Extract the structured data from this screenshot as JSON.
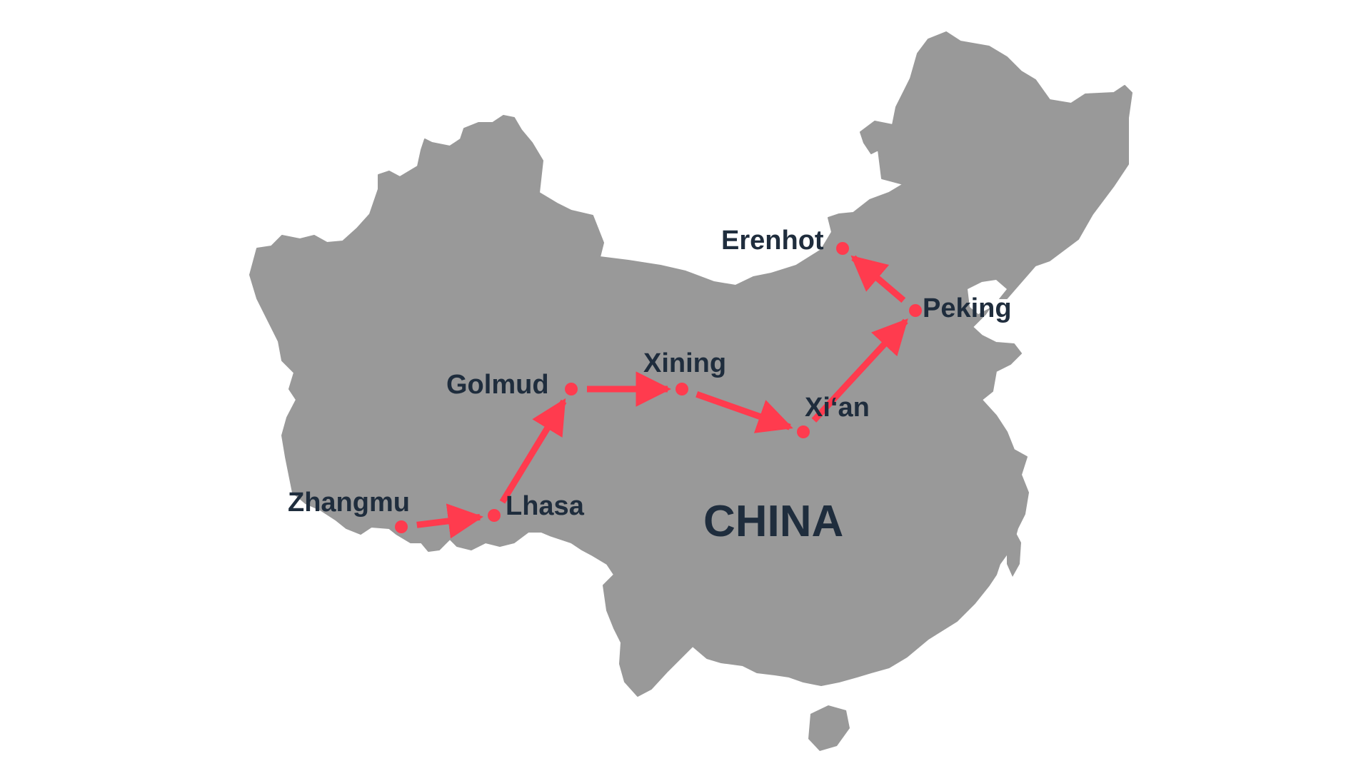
{
  "map": {
    "country_label": "CHINA",
    "colors": {
      "land": "#999999",
      "route": "#ff3b4e",
      "label": "#1f2d3d",
      "background": "#ffffff"
    },
    "cities": [
      {
        "id": "zhangmu",
        "name": "Zhangmu"
      },
      {
        "id": "lhasa",
        "name": "Lhasa"
      },
      {
        "id": "golmud",
        "name": "Golmud"
      },
      {
        "id": "xining",
        "name": "Xining"
      },
      {
        "id": "xian",
        "name": "Xi‘an"
      },
      {
        "id": "peking",
        "name": "Peking"
      },
      {
        "id": "erenhot",
        "name": "Erenhot"
      }
    ],
    "route_order": [
      "zhangmu",
      "lhasa",
      "golmud",
      "xining",
      "xian",
      "peking",
      "erenhot"
    ]
  }
}
